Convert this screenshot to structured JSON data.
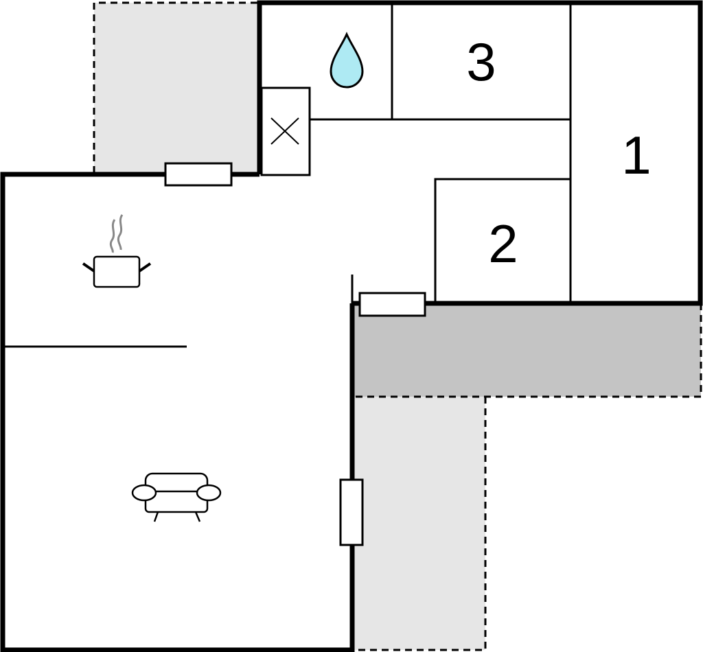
{
  "rooms": {
    "bedroom_1": {
      "label": "1"
    },
    "bedroom_2": {
      "label": "2"
    },
    "bedroom_3": {
      "label": "3"
    }
  },
  "icons": {
    "bathroom": "water-drop-icon",
    "kitchen": "cooking-pot-icon",
    "living": "sofa-icon",
    "shaft": "ventilation-shaft-icon"
  },
  "colors": {
    "wall": "#000000",
    "background": "#ffffff",
    "terrace_light": "#e6e6e6",
    "terrace_dark": "#c4c4c4",
    "water": "#aeeaf3",
    "steam": "#888888"
  }
}
